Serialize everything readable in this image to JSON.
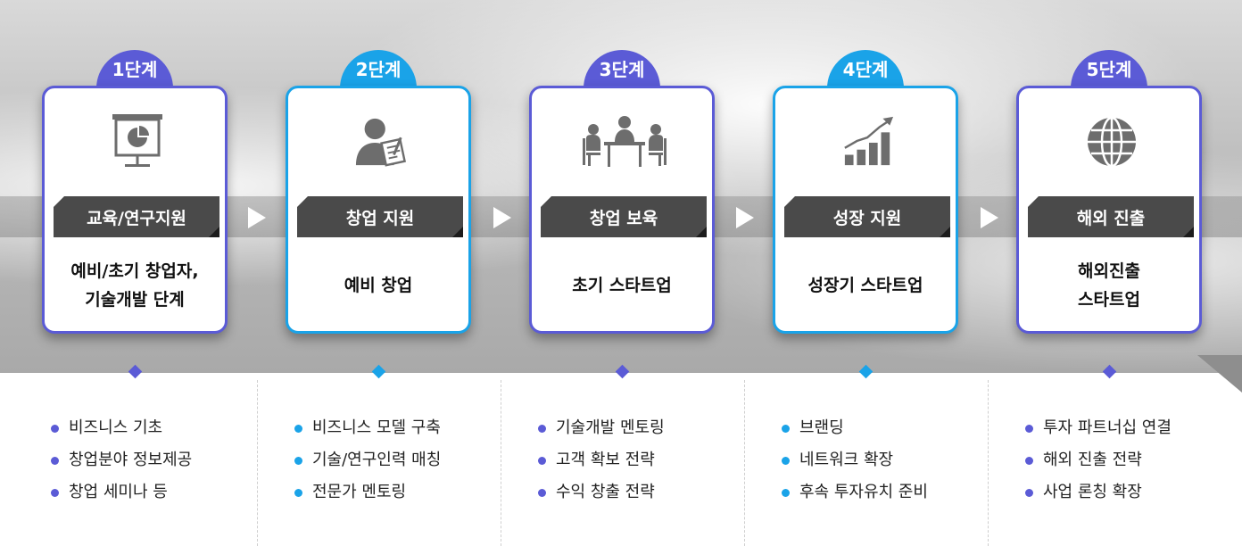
{
  "stages": [
    {
      "badge": "1단계",
      "icon": "presentation-board-icon",
      "label": "교육/연구지원",
      "desc": [
        "예비/초기 창업자,",
        "기술개발 단계"
      ],
      "color": "#5b5bd6",
      "bullets": [
        "비즈니스 기초",
        "창업분야 정보제공",
        "창업 세미나 등"
      ]
    },
    {
      "badge": "2단계",
      "icon": "person-document-icon",
      "label": "창업 지원",
      "desc": [
        "예비 창업"
      ],
      "color": "#1aa3e8",
      "bullets": [
        "비즈니스 모델 구축",
        "기술/연구인력 매칭",
        "전문가 멘토링"
      ]
    },
    {
      "badge": "3단계",
      "icon": "meeting-icon",
      "label": "창업 보육",
      "desc": [
        "초기 스타트업"
      ],
      "color": "#5b5bd6",
      "bullets": [
        "기술개발 멘토링",
        "고객 확보 전략",
        "수익 창출 전략"
      ]
    },
    {
      "badge": "4단계",
      "icon": "growth-chart-icon",
      "label": "성장 지원",
      "desc": [
        "성장기 스타트업"
      ],
      "color": "#1aa3e8",
      "bullets": [
        "브랜딩",
        "네트워크 확장",
        "후속 투자유치 준비"
      ]
    },
    {
      "badge": "5단계",
      "icon": "globe-icon",
      "label": "해외 진출",
      "desc": [
        "해외진출",
        "스타트업"
      ],
      "color": "#5b5bd6",
      "bullets": [
        "투자 파트너십 연결",
        "해외 진출 전략",
        "사업 론칭 확장"
      ]
    }
  ]
}
